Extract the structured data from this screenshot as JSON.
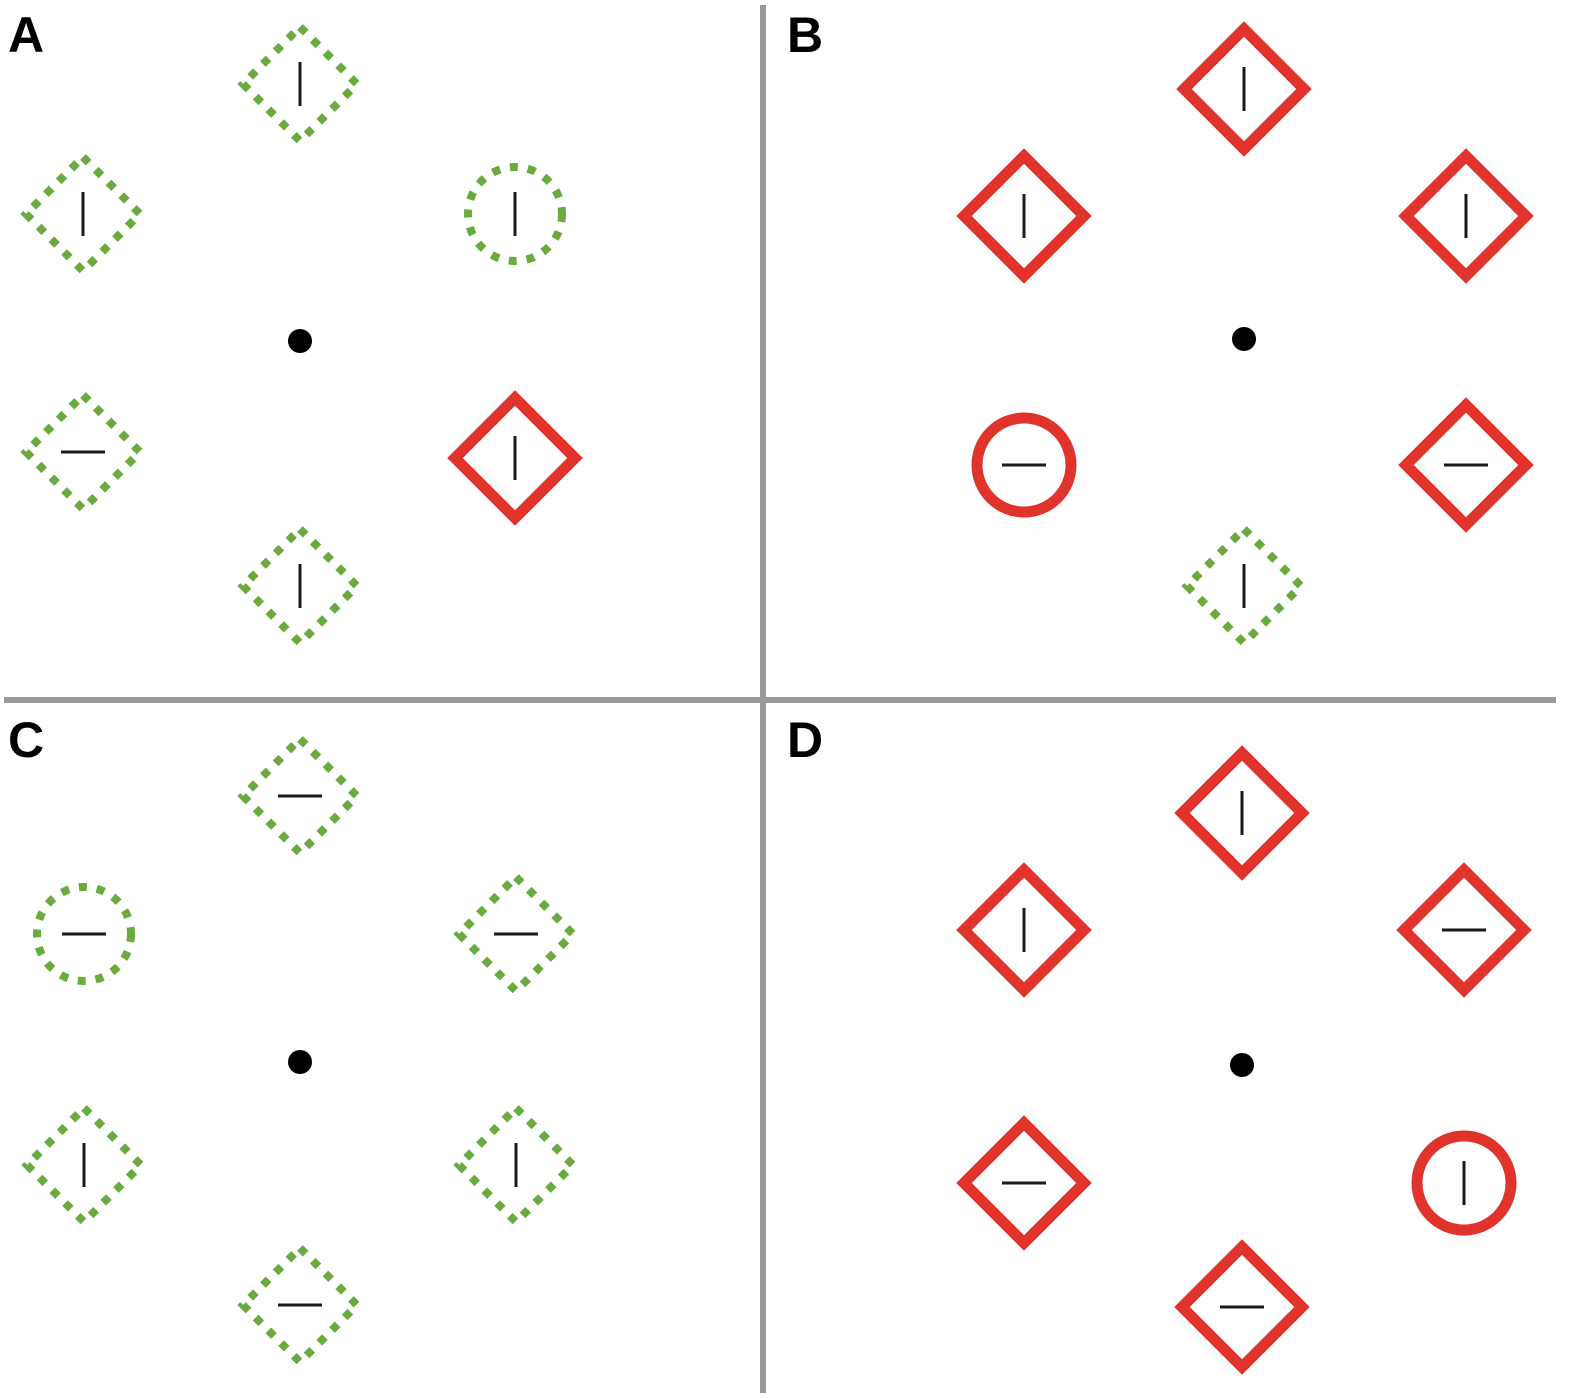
{
  "colors": {
    "divider": "#999999",
    "distractor_green": "#6aaa3f",
    "target_red": "#e0332b",
    "line": "#1a1a1a",
    "fixation": "#000000",
    "background": "#ffffff"
  },
  "panels": [
    {
      "label": "A",
      "items": [
        {
          "shape": "diamond",
          "style": "dotted-green",
          "line": "vertical"
        },
        {
          "shape": "circle",
          "style": "dotted-green",
          "line": "vertical"
        },
        {
          "shape": "diamond",
          "style": "solid-red",
          "line": "vertical"
        },
        {
          "shape": "diamond",
          "style": "dotted-green",
          "line": "vertical"
        },
        {
          "shape": "diamond",
          "style": "dotted-green",
          "line": "horizontal"
        },
        {
          "shape": "diamond",
          "style": "dotted-green",
          "line": "vertical"
        }
      ]
    },
    {
      "label": "B",
      "items": [
        {
          "shape": "diamond",
          "style": "solid-red",
          "line": "vertical"
        },
        {
          "shape": "diamond",
          "style": "solid-red",
          "line": "vertical"
        },
        {
          "shape": "diamond",
          "style": "solid-red",
          "line": "horizontal"
        },
        {
          "shape": "diamond",
          "style": "dotted-green",
          "line": "vertical"
        },
        {
          "shape": "circle",
          "style": "solid-red",
          "line": "horizontal"
        },
        {
          "shape": "diamond",
          "style": "solid-red",
          "line": "vertical"
        }
      ]
    },
    {
      "label": "C",
      "items": [
        {
          "shape": "diamond",
          "style": "dotted-green",
          "line": "horizontal"
        },
        {
          "shape": "diamond",
          "style": "dotted-green",
          "line": "horizontal"
        },
        {
          "shape": "diamond",
          "style": "dotted-green",
          "line": "vertical"
        },
        {
          "shape": "diamond",
          "style": "dotted-green",
          "line": "horizontal"
        },
        {
          "shape": "diamond",
          "style": "dotted-green",
          "line": "vertical"
        },
        {
          "shape": "circle",
          "style": "dotted-green",
          "line": "horizontal"
        }
      ]
    },
    {
      "label": "D",
      "items": [
        {
          "shape": "diamond",
          "style": "solid-red",
          "line": "vertical"
        },
        {
          "shape": "diamond",
          "style": "solid-red",
          "line": "horizontal"
        },
        {
          "shape": "circle",
          "style": "solid-red",
          "line": "vertical"
        },
        {
          "shape": "diamond",
          "style": "solid-red",
          "line": "horizontal"
        },
        {
          "shape": "diamond",
          "style": "solid-red",
          "line": "horizontal"
        },
        {
          "shape": "diamond",
          "style": "solid-red",
          "line": "vertical"
        }
      ]
    }
  ]
}
